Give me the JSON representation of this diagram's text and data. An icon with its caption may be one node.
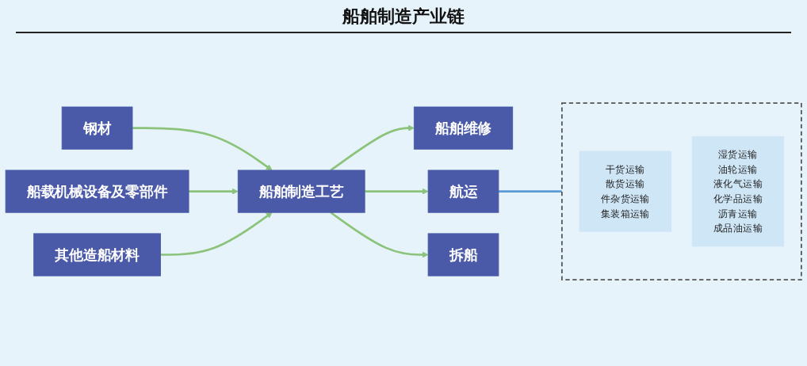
{
  "diagram": {
    "title": "船舶制造产业链",
    "nodes": [
      {
        "text": [
          "钢材"
        ]
      },
      {
        "text": [
          "船载机械设备及零部件"
        ]
      },
      {
        "text": [
          "其他造船材料"
        ]
      },
      {
        "text": [
          "船舶制造工艺"
        ]
      },
      {
        "text": [
          "船舶维修"
        ]
      },
      {
        "text": [
          "航运"
        ]
      },
      {
        "text": [
          "拆船"
        ]
      },
      {
        "text": [],
        "shape": "box"
      },
      {
        "text": [
          "干货运输",
          "散货运输",
          "件杂货运输",
          "集装箱运输"
        ],
        "in": 7
      },
      {
        "text": [
          "湿货运输",
          "油轮运输",
          "液化气运输",
          "化学品运输",
          "沥青运输",
          "成品油运输"
        ],
        "in": 7
      }
    ],
    "edges": [
      {
        "from": 0,
        "to": 3,
        "arrow": "to"
      },
      {
        "from": 1,
        "to": 3,
        "arrow": "to"
      },
      {
        "from": 2,
        "to": 3,
        "arrow": "to"
      },
      {
        "from": 3,
        "to": 4,
        "arrow": "to"
      },
      {
        "from": 3,
        "to": 5,
        "arrow": "to"
      },
      {
        "from": 3,
        "to": 6,
        "arrow": "to"
      },
      {
        "from": 5,
        "to": 7,
        "arrow": "none",
        "color": "#5b9bd5"
      }
    ]
  }
}
